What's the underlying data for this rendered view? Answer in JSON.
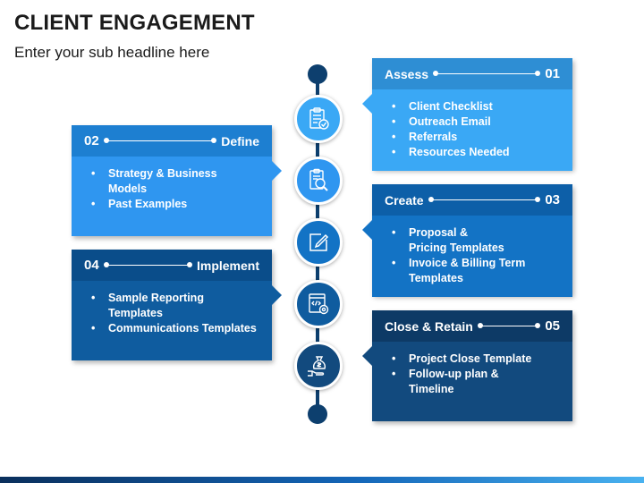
{
  "header": {
    "title": "CLIENT ENGAGEMENT",
    "subtitle": "Enter your sub headline here"
  },
  "steps": [
    {
      "num": "01",
      "title": "Assess",
      "icon": "checklist-icon",
      "color": "#3aa8f5",
      "items": [
        "Client Checklist",
        "Outreach Email",
        "Referrals",
        "Resources Needed"
      ]
    },
    {
      "num": "02",
      "title": "Define",
      "icon": "document-search-icon",
      "color": "#2f96f0",
      "items": [
        "Strategy & Business Models",
        "Past Examples"
      ]
    },
    {
      "num": "03",
      "title": "Create",
      "icon": "edit-icon",
      "color": "#1373c5",
      "items": [
        "Proposal & Pricing Templates",
        "Invoice & Billing Term Templates"
      ]
    },
    {
      "num": "04",
      "title": "Implement",
      "icon": "code-gear-icon",
      "color": "#0f5c9f",
      "items": [
        "Sample Reporting Templates",
        "Communications Templates"
      ]
    },
    {
      "num": "05",
      "title": "Close & Retain",
      "icon": "money-bag-hand-icon",
      "color": "#124a7e",
      "items": [
        "Project Close Template",
        "Follow-up plan & Timeline"
      ]
    }
  ]
}
